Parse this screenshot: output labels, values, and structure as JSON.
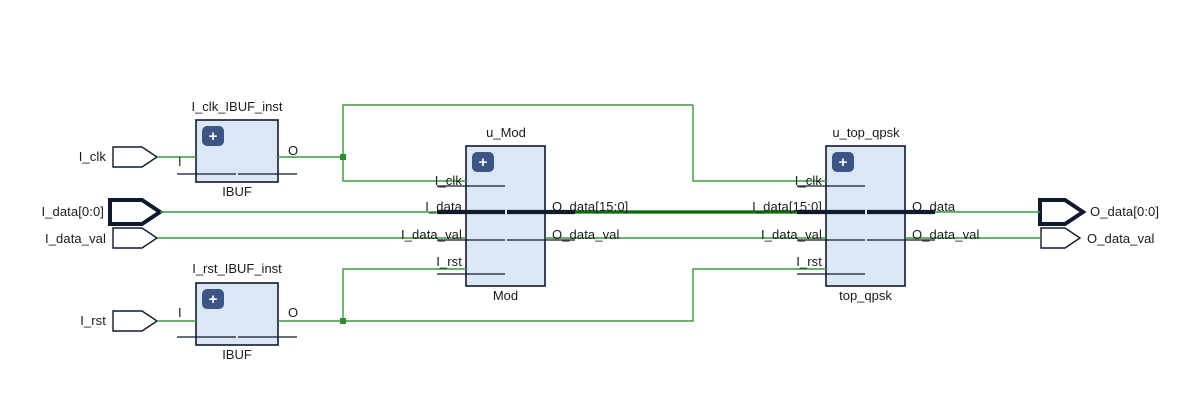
{
  "diagram": {
    "kind": "rtl-schematic",
    "colors": {
      "wire": "#3a9a3a",
      "bus": "#0a6b0a",
      "block_fill": "#dce7f6",
      "block_stroke": "#0f1a2e",
      "badge": "#3c5584",
      "text": "#1a1a1a",
      "pin": "#0f1a2e"
    },
    "input_ports": [
      {
        "label": "I_clk",
        "bus": false
      },
      {
        "label": "I_data[0:0]",
        "bus": true
      },
      {
        "label": "I_data_val",
        "bus": false
      },
      {
        "label": "I_rst",
        "bus": false
      }
    ],
    "output_ports": [
      {
        "label": "O_data[0:0]",
        "bus": true
      },
      {
        "label": "O_data_val",
        "bus": false
      }
    ],
    "blocks": [
      {
        "instance": "I_clk_IBUF_inst",
        "cell": "IBUF",
        "badge": "+",
        "inputs": [
          {
            "label": "I"
          }
        ],
        "outputs": [
          {
            "label": "O"
          }
        ]
      },
      {
        "instance": "I_rst_IBUF_inst",
        "cell": "IBUF",
        "badge": "+",
        "inputs": [
          {
            "label": "I"
          }
        ],
        "outputs": [
          {
            "label": "O"
          }
        ]
      },
      {
        "instance": "u_Mod",
        "cell": "Mod",
        "badge": "+",
        "inputs": [
          {
            "label": "I_clk",
            "bus": false
          },
          {
            "label": "I_data",
            "bus": true
          },
          {
            "label": "I_data_val",
            "bus": false
          },
          {
            "label": "I_rst",
            "bus": false
          }
        ],
        "outputs": [
          {
            "label": "O_data[15:0]",
            "bus": true
          },
          {
            "label": "O_data_val",
            "bus": false
          }
        ]
      },
      {
        "instance": "u_top_qpsk",
        "cell": "top_qpsk",
        "badge": "+",
        "inputs": [
          {
            "label": "I_clk",
            "bus": false
          },
          {
            "label": "I_data[15:0]",
            "bus": true
          },
          {
            "label": "I_data_val",
            "bus": false
          },
          {
            "label": "I_rst",
            "bus": false
          }
        ],
        "outputs": [
          {
            "label": "O_data",
            "bus": false
          },
          {
            "label": "O_data_val",
            "bus": false
          }
        ]
      }
    ]
  }
}
